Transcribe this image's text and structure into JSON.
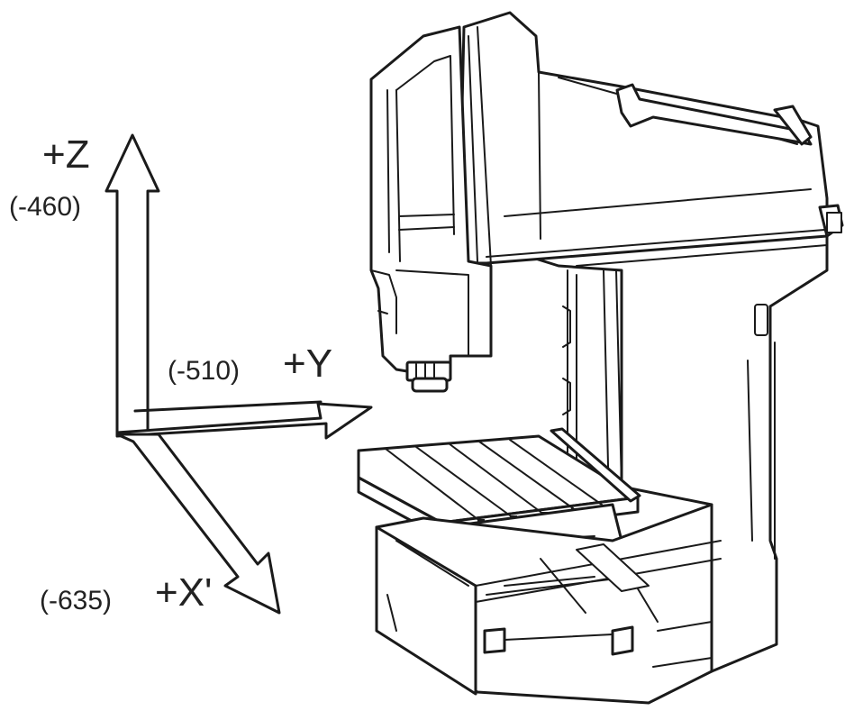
{
  "axes": {
    "z": {
      "label": "+Z",
      "value": "(-460)"
    },
    "y": {
      "label": "+Y",
      "value": "(-510)"
    },
    "x": {
      "label": "+X'",
      "value": "(-635)"
    }
  },
  "colors": {
    "line": "#1a1a1a",
    "background": "#ffffff"
  }
}
